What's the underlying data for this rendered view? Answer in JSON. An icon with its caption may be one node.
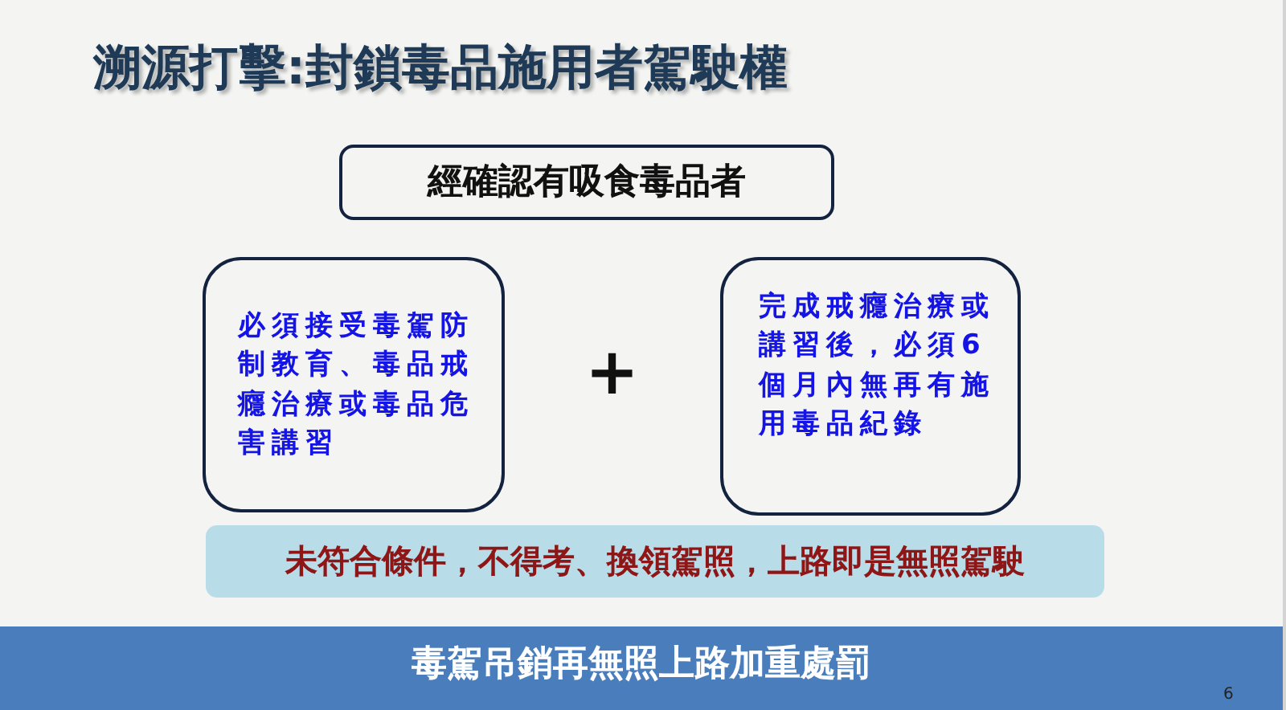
{
  "diagram": {
    "title": "溯源打擊:封鎖毒品施用者駕駛權",
    "nodes": [
      {
        "text": [
          "經確認有吸食毒品者"
        ]
      },
      {
        "text": [
          "必須接受毒駕防制教育、毒品戒癮治療或毒品危害講習"
        ]
      },
      {
        "text": [
          "完成戒癮治療或講習後，必須6個月內無再有施用毒品紀錄"
        ]
      },
      {
        "text": [
          "未符合條件，不得考、換領駕照，上路即是無照駕駛"
        ]
      },
      {
        "text": [
          "毒駕吊銷再無照上路加重處罰"
        ]
      }
    ],
    "labels": [
      "+",
      "6"
    ]
  }
}
